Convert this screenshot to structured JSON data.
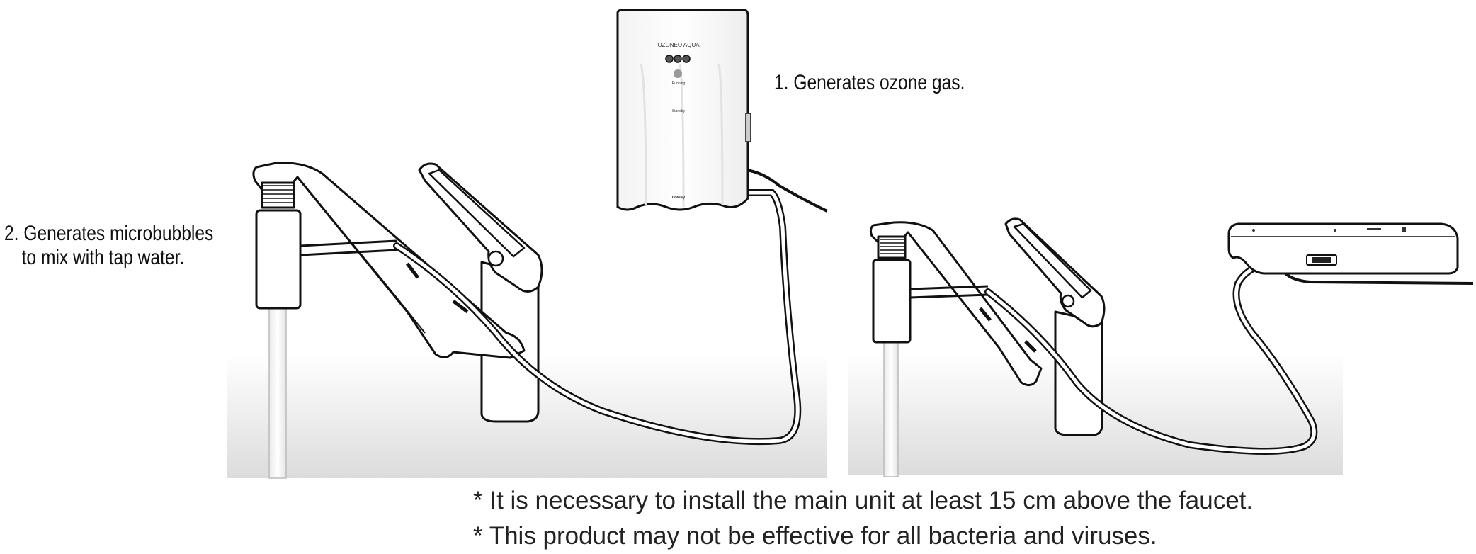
{
  "unit_panel": {
    "brand": "OZONEO AQUA",
    "indicator_top": "Running",
    "indicator_bottom": "Standby",
    "maker": "coway"
  },
  "callouts": {
    "step1": "1. Generates ozone gas.",
    "step2_line1": "2. Generates microbubbles",
    "step2_line2": "to mix with tap water."
  },
  "notes": [
    "* It is necessary to install the main unit at least 15 cm above the faucet.",
    "* This product may not be effective for all bacteria and viruses."
  ]
}
